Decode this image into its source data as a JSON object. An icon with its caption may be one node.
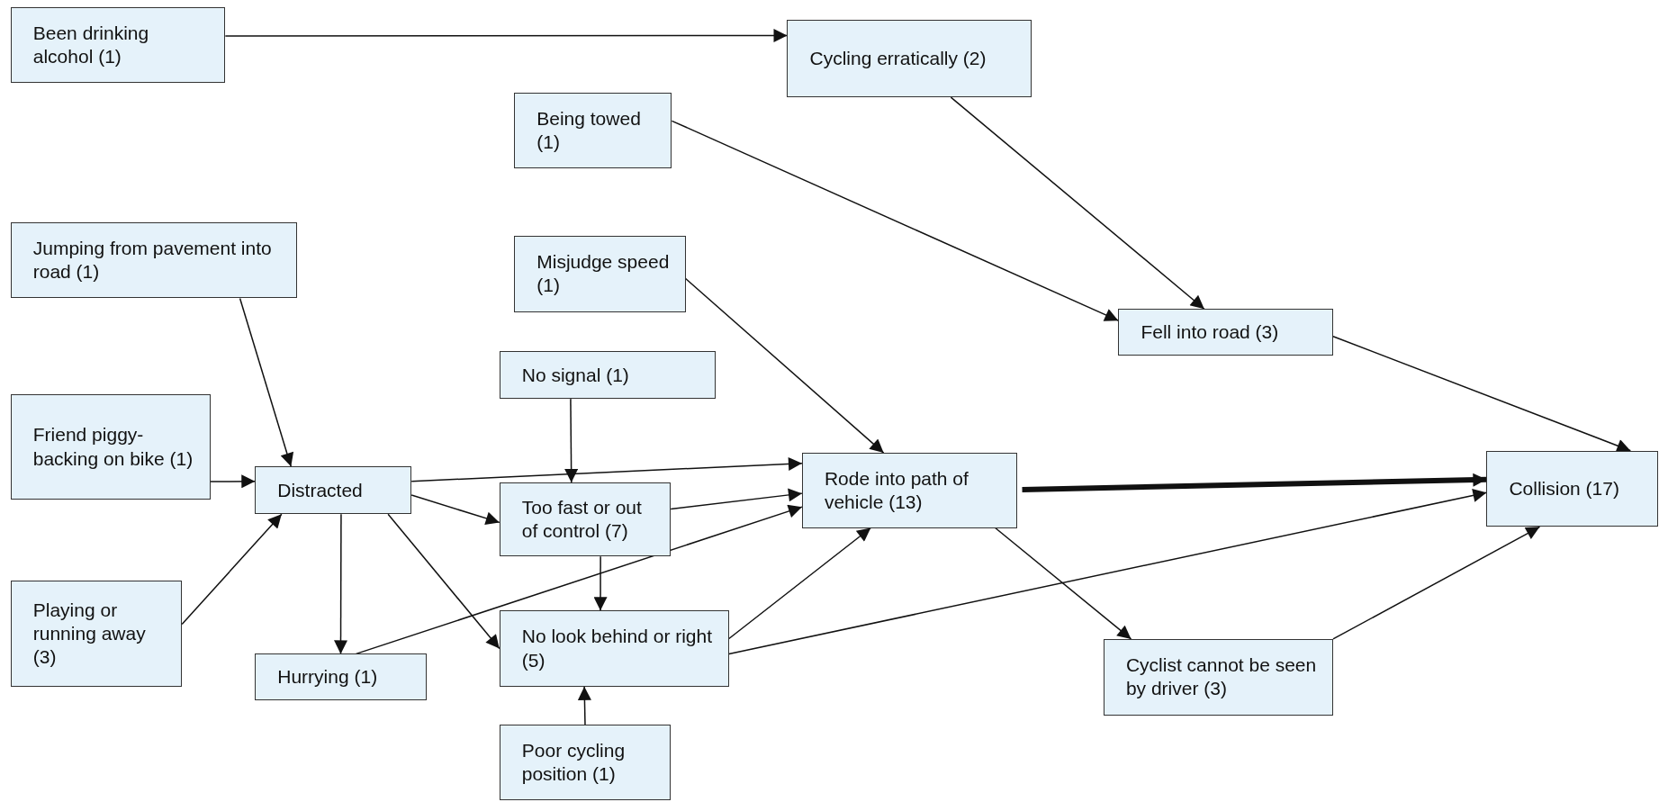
{
  "diagram": {
    "nodes": [
      {
        "text": [
          "Been drinking alcohol (1)"
        ]
      },
      {
        "text": [
          "Cycling erratically (2)"
        ]
      },
      {
        "text": [
          "Being towed (1)"
        ]
      },
      {
        "text": [
          "Jumping from pavement into road (1)"
        ]
      },
      {
        "text": [
          "Misjudge speed (1)"
        ]
      },
      {
        "text": [
          "Fell into road (3)"
        ]
      },
      {
        "text": [
          "No signal (1)"
        ]
      },
      {
        "text": [
          "Friend piggy-backing on bike (1)"
        ]
      },
      {
        "text": [
          "Distracted"
        ]
      },
      {
        "text": [
          "Too fast or out of control (7)"
        ]
      },
      {
        "text": [
          "Rode into path of vehicle (13)"
        ]
      },
      {
        "text": [
          "Collision (17)"
        ]
      },
      {
        "text": [
          "Playing or running away (3)"
        ]
      },
      {
        "text": [
          "Hurrying (1)"
        ]
      },
      {
        "text": [
          "No look behind or right (5)"
        ]
      },
      {
        "text": [
          "Cyclist cannot be seen by driver (3)"
        ]
      },
      {
        "text": [
          "Poor cycling position (1)"
        ]
      }
    ],
    "edges": [
      {
        "from": 0,
        "to": 1,
        "arrow": "to"
      },
      {
        "from": 1,
        "to": 5,
        "arrow": "to"
      },
      {
        "from": 2,
        "to": 5,
        "arrow": "to"
      },
      {
        "from": 3,
        "to": 8,
        "arrow": "to"
      },
      {
        "from": 4,
        "to": 10,
        "arrow": "to"
      },
      {
        "from": 5,
        "to": 11,
        "arrow": "to"
      },
      {
        "from": 6,
        "to": 9,
        "arrow": "to"
      },
      {
        "from": 7,
        "to": 8,
        "arrow": "to"
      },
      {
        "from": 8,
        "to": 10,
        "arrow": "to"
      },
      {
        "from": 8,
        "to": 9,
        "arrow": "to"
      },
      {
        "from": 8,
        "to": 13,
        "arrow": "to"
      },
      {
        "from": 8,
        "to": 14,
        "arrow": "to"
      },
      {
        "from": 12,
        "to": 8,
        "arrow": "to"
      },
      {
        "from": 9,
        "to": 10,
        "arrow": "to"
      },
      {
        "from": 9,
        "to": 14,
        "arrow": "to"
      },
      {
        "from": 13,
        "to": 10,
        "arrow": "to"
      },
      {
        "from": 14,
        "to": 10,
        "arrow": "to"
      },
      {
        "from": 14,
        "to": 11,
        "arrow": "to"
      },
      {
        "from": 10,
        "to": 11,
        "arrow": "to",
        "style": "thick"
      },
      {
        "from": 10,
        "to": 15,
        "arrow": "to"
      },
      {
        "from": 15,
        "to": 11,
        "arrow": "to"
      },
      {
        "from": 16,
        "to": 14,
        "arrow": "to"
      }
    ]
  }
}
